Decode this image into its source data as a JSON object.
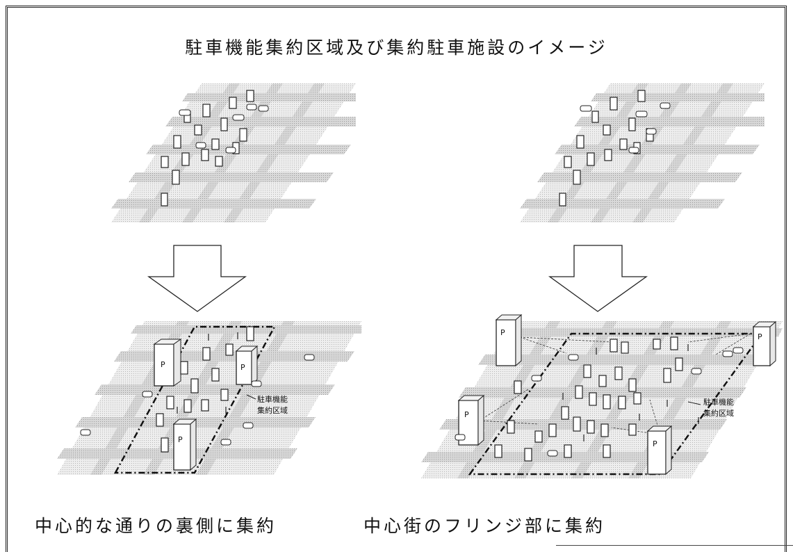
{
  "title": "駐車機能集約区域及び集約駐車施設のイメージ",
  "scenarios": [
    {
      "caption": "中心的な通りの裏側に集約",
      "zone_label_lines": [
        "駐車機能",
        "集約区域"
      ],
      "parking_symbol": "P"
    },
    {
      "caption": "中心街のフリンジ部に集約",
      "zone_label_lines": [
        "駐車機能",
        "集約区域"
      ],
      "parking_symbol": "P"
    }
  ],
  "icons": {
    "arrow": "down-arrow-icon",
    "car": "car-icon",
    "building": "building-icon",
    "pedestrian": "pedestrian-icon",
    "parking": "parking-building-icon"
  },
  "colors": {
    "road": "#bdbdbd",
    "block": "#e6e6e6",
    "outline": "#222222"
  }
}
